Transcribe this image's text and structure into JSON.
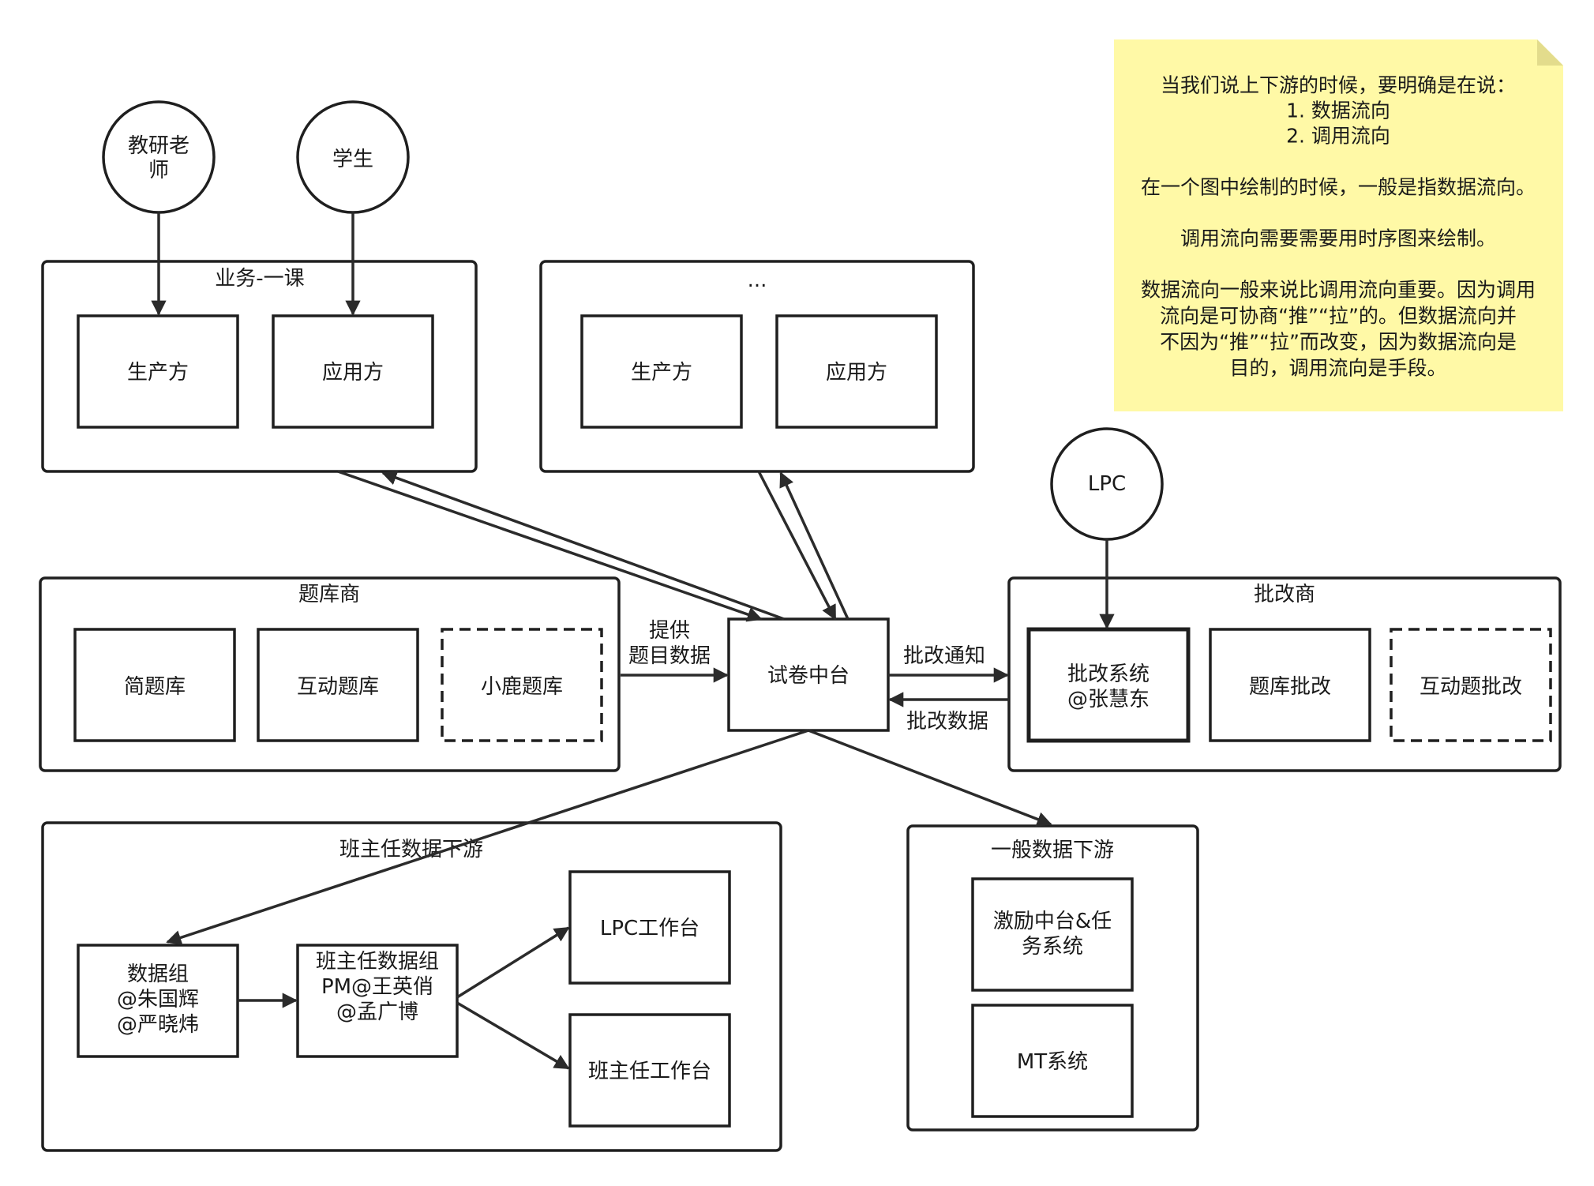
{
  "note": {
    "lines": [
      "当我们说上下游的时候，要明确是在说：",
      "1. 数据流向",
      "2. 调用流向",
      "",
      "在一个图中绘制的时候，一般是指数据流向。",
      "",
      "调用流向需要需要用时序图来绘制。",
      "",
      "数据流向一般来说比调用流向重要。因为调用",
      "流向是可协商“推”“拉”的。但数据流向并",
      "不因为“推”“拉”而改变，因为数据流向是",
      "目的，调用流向是手段。"
    ]
  },
  "actors": {
    "teacher": [
      "教研老",
      "师"
    ],
    "student": [
      "学生"
    ],
    "lpc": [
      "LPC"
    ]
  },
  "groups": {
    "biz": "业务-一课",
    "other": "...",
    "qbank": "题库商",
    "grade": "批改商",
    "bzr": "班主任数据下游",
    "general": "一般数据下游"
  },
  "nodes": {
    "biz_producer": [
      "生产方"
    ],
    "biz_consumer": [
      "应用方"
    ],
    "other_producer": [
      "生产方"
    ],
    "other_consumer": [
      "应用方"
    ],
    "qbank_simple": [
      "简题库"
    ],
    "qbank_interactive": [
      "互动题库"
    ],
    "qbank_xiaolu": [
      "小鹿题库"
    ],
    "center": [
      "试卷中台"
    ],
    "grade_system": [
      "批改系统",
      "@张慧东"
    ],
    "grade_qbank": [
      "题库批改"
    ],
    "grade_interactive": [
      "互动题批改"
    ],
    "data_team": [
      "数据组",
      "@朱国辉",
      "@严晓炜"
    ],
    "bzr_team": [
      "班主任数据组",
      "PM@王英俏",
      "@孟广博"
    ],
    "lpc_bench": [
      "LPC工作台"
    ],
    "bzr_bench": [
      "班主任工作台"
    ],
    "incentive": [
      "激励中台&任",
      "务系统"
    ],
    "mt": [
      "MT系统"
    ]
  },
  "edge_labels": {
    "provide": [
      "提供",
      "题目数据"
    ],
    "notify": [
      "批改通知"
    ],
    "grade_data": [
      "批改数据"
    ]
  }
}
